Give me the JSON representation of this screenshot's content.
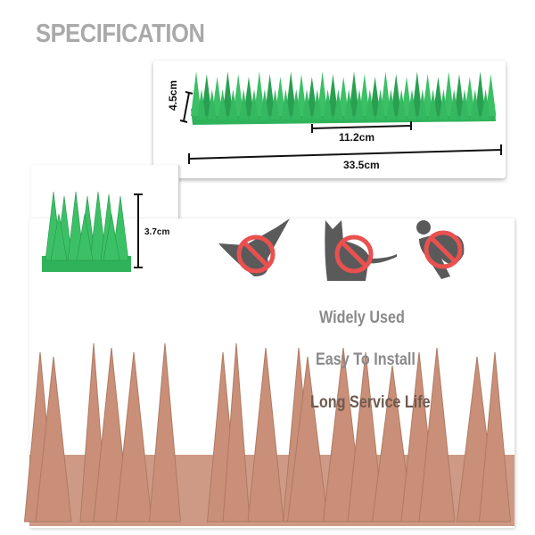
{
  "title": "SPECIFICATION",
  "dimensions": {
    "height": "4.5cm",
    "segment_length": "11.2cm",
    "total_length": "33.5cm",
    "spike_height": "3.7cm"
  },
  "icons": [
    "no-birds-icon",
    "no-cats-icon",
    "no-climbing-icon"
  ],
  "features": [
    "Widely Used",
    "Easy To Install",
    "Long Service Life"
  ],
  "colors": {
    "green": "#2fb35a",
    "brown": "#c98f78",
    "prohibit": "#e8514f",
    "silhouette": "#5a5a5a"
  }
}
